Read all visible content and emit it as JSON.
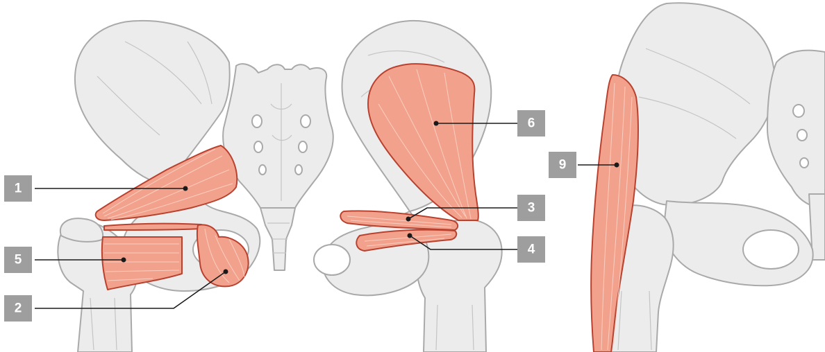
{
  "labels": {
    "l1": "1",
    "l2": "2",
    "l3": "3",
    "l4": "4",
    "l5": "5",
    "l6": "6",
    "l9": "9"
  },
  "colors": {
    "muscle": "#f2a28c",
    "muscle_outline": "#b8412f",
    "bone": "#ececec",
    "label_box": "#9e9e9e"
  }
}
